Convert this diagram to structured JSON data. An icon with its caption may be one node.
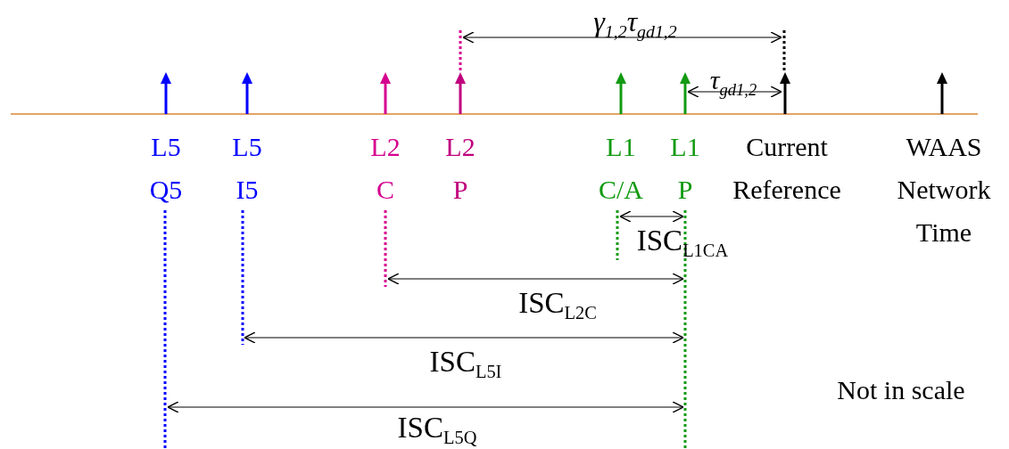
{
  "diagram": {
    "labels": [
      "γ$_{1,2}$τ$_{gd1,2}$",
      "τ$_{gd1,2}$",
      "L5 Q5",
      "L5 I5",
      "L2 C",
      "L2 P",
      "L1 C/A",
      "L1 P",
      "Current Reference",
      "WAAS Network Time",
      "ISC$_{L1CA}$",
      "ISC$_{L2C}$",
      "ISC$_{L5I}$",
      "ISC$_{L5Q}$",
      "Not in scale"
    ]
  }
}
